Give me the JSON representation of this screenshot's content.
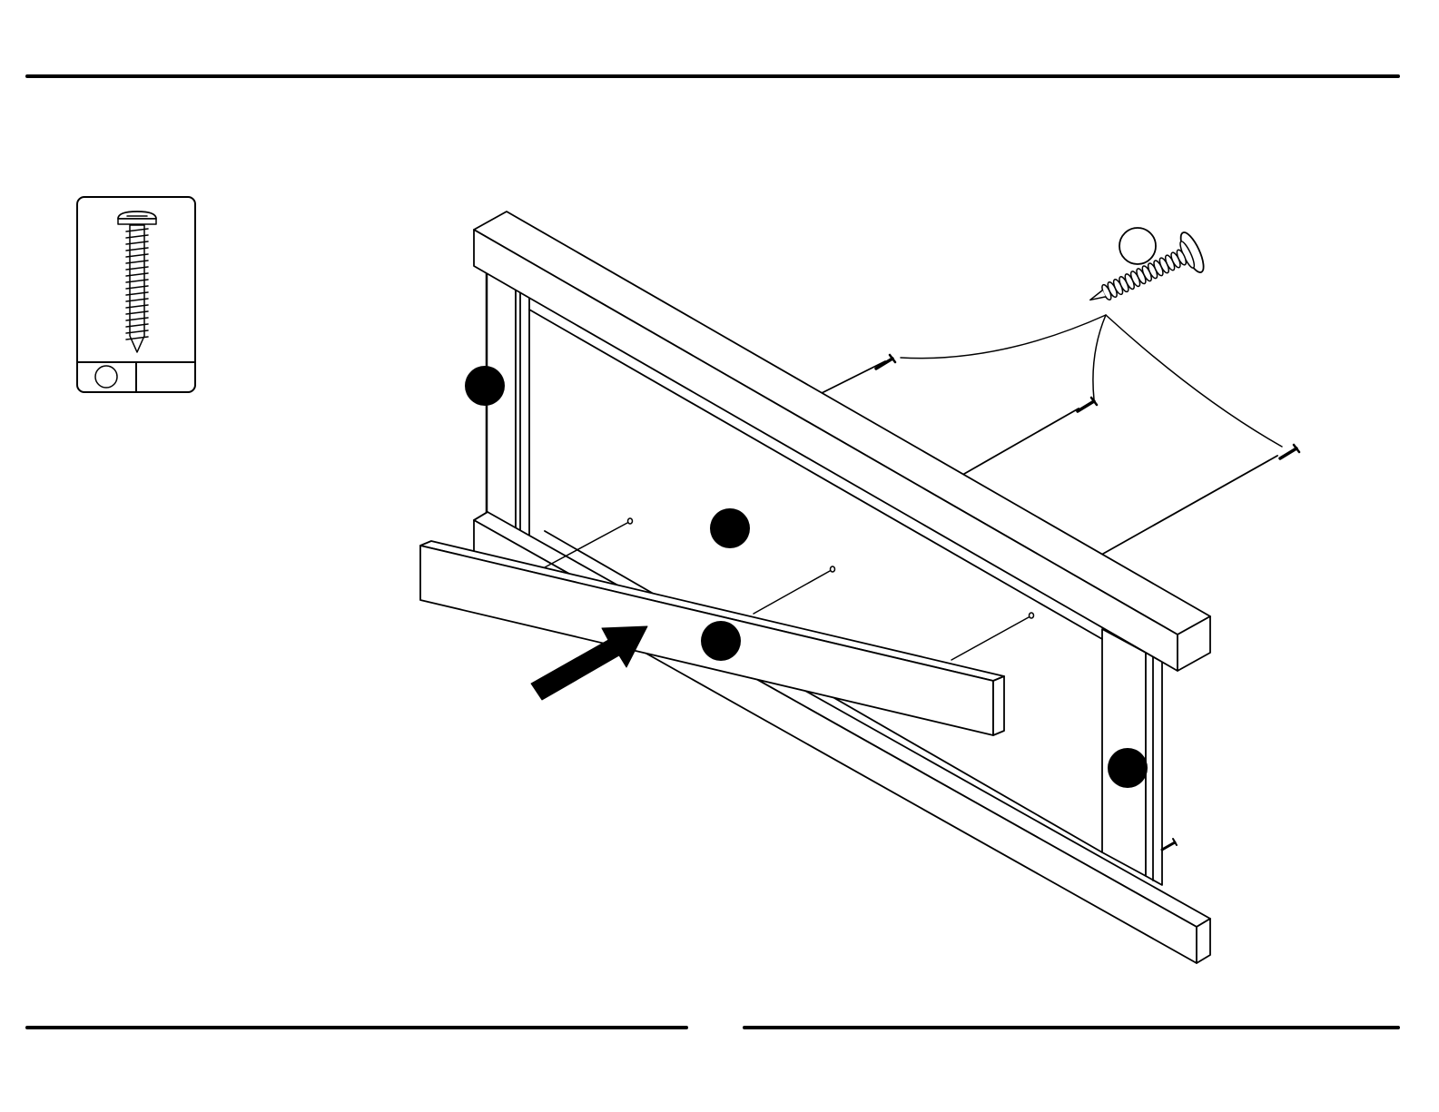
{
  "page": {
    "background": "#ffffff",
    "ink": "#000000"
  },
  "hardware_box": {
    "icon": "screw-icon",
    "part_label": "",
    "quantity": ""
  },
  "callout": {
    "icon": "screw-icon",
    "part_label": ""
  },
  "part_markers": [
    {
      "name": "marker-left-leg",
      "label": ""
    },
    {
      "name": "marker-panel",
      "label": ""
    },
    {
      "name": "marker-crossbar",
      "label": ""
    },
    {
      "name": "marker-right-leg",
      "label": ""
    }
  ],
  "assembly_arrow": {
    "icon": "arrow-icon"
  }
}
